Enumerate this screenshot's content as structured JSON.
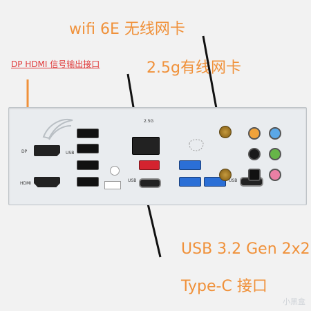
{
  "annotations": {
    "wifi": "wifi 6E 无线网卡",
    "dp_hdmi": "DP HDMI 信号输出接口",
    "lan": "2.5g有线网卡",
    "usb": "USB 3.2 Gen 2x2",
    "typec": "Type-C 接口"
  },
  "panel_labels": {
    "dp": "DP",
    "hdmi": "HDMI",
    "usb1": "USB",
    "usb2": "USB",
    "usb3": "USB",
    "lan_speed": "2.5G"
  },
  "watermark": "小黑盒",
  "colors": {
    "annotation_orange": "#f0913a",
    "annotation_red": "#e03a3a",
    "usb_blue": "#2b6fd6",
    "usb_red": "#d4232f",
    "antenna_gold": "#c59a3f",
    "audio_orange": "#f0a23a",
    "audio_blue": "#5aa7e6",
    "audio_green": "#66b548",
    "audio_pink": "#ea7fa4",
    "audio_black": "#1a1a1a"
  }
}
